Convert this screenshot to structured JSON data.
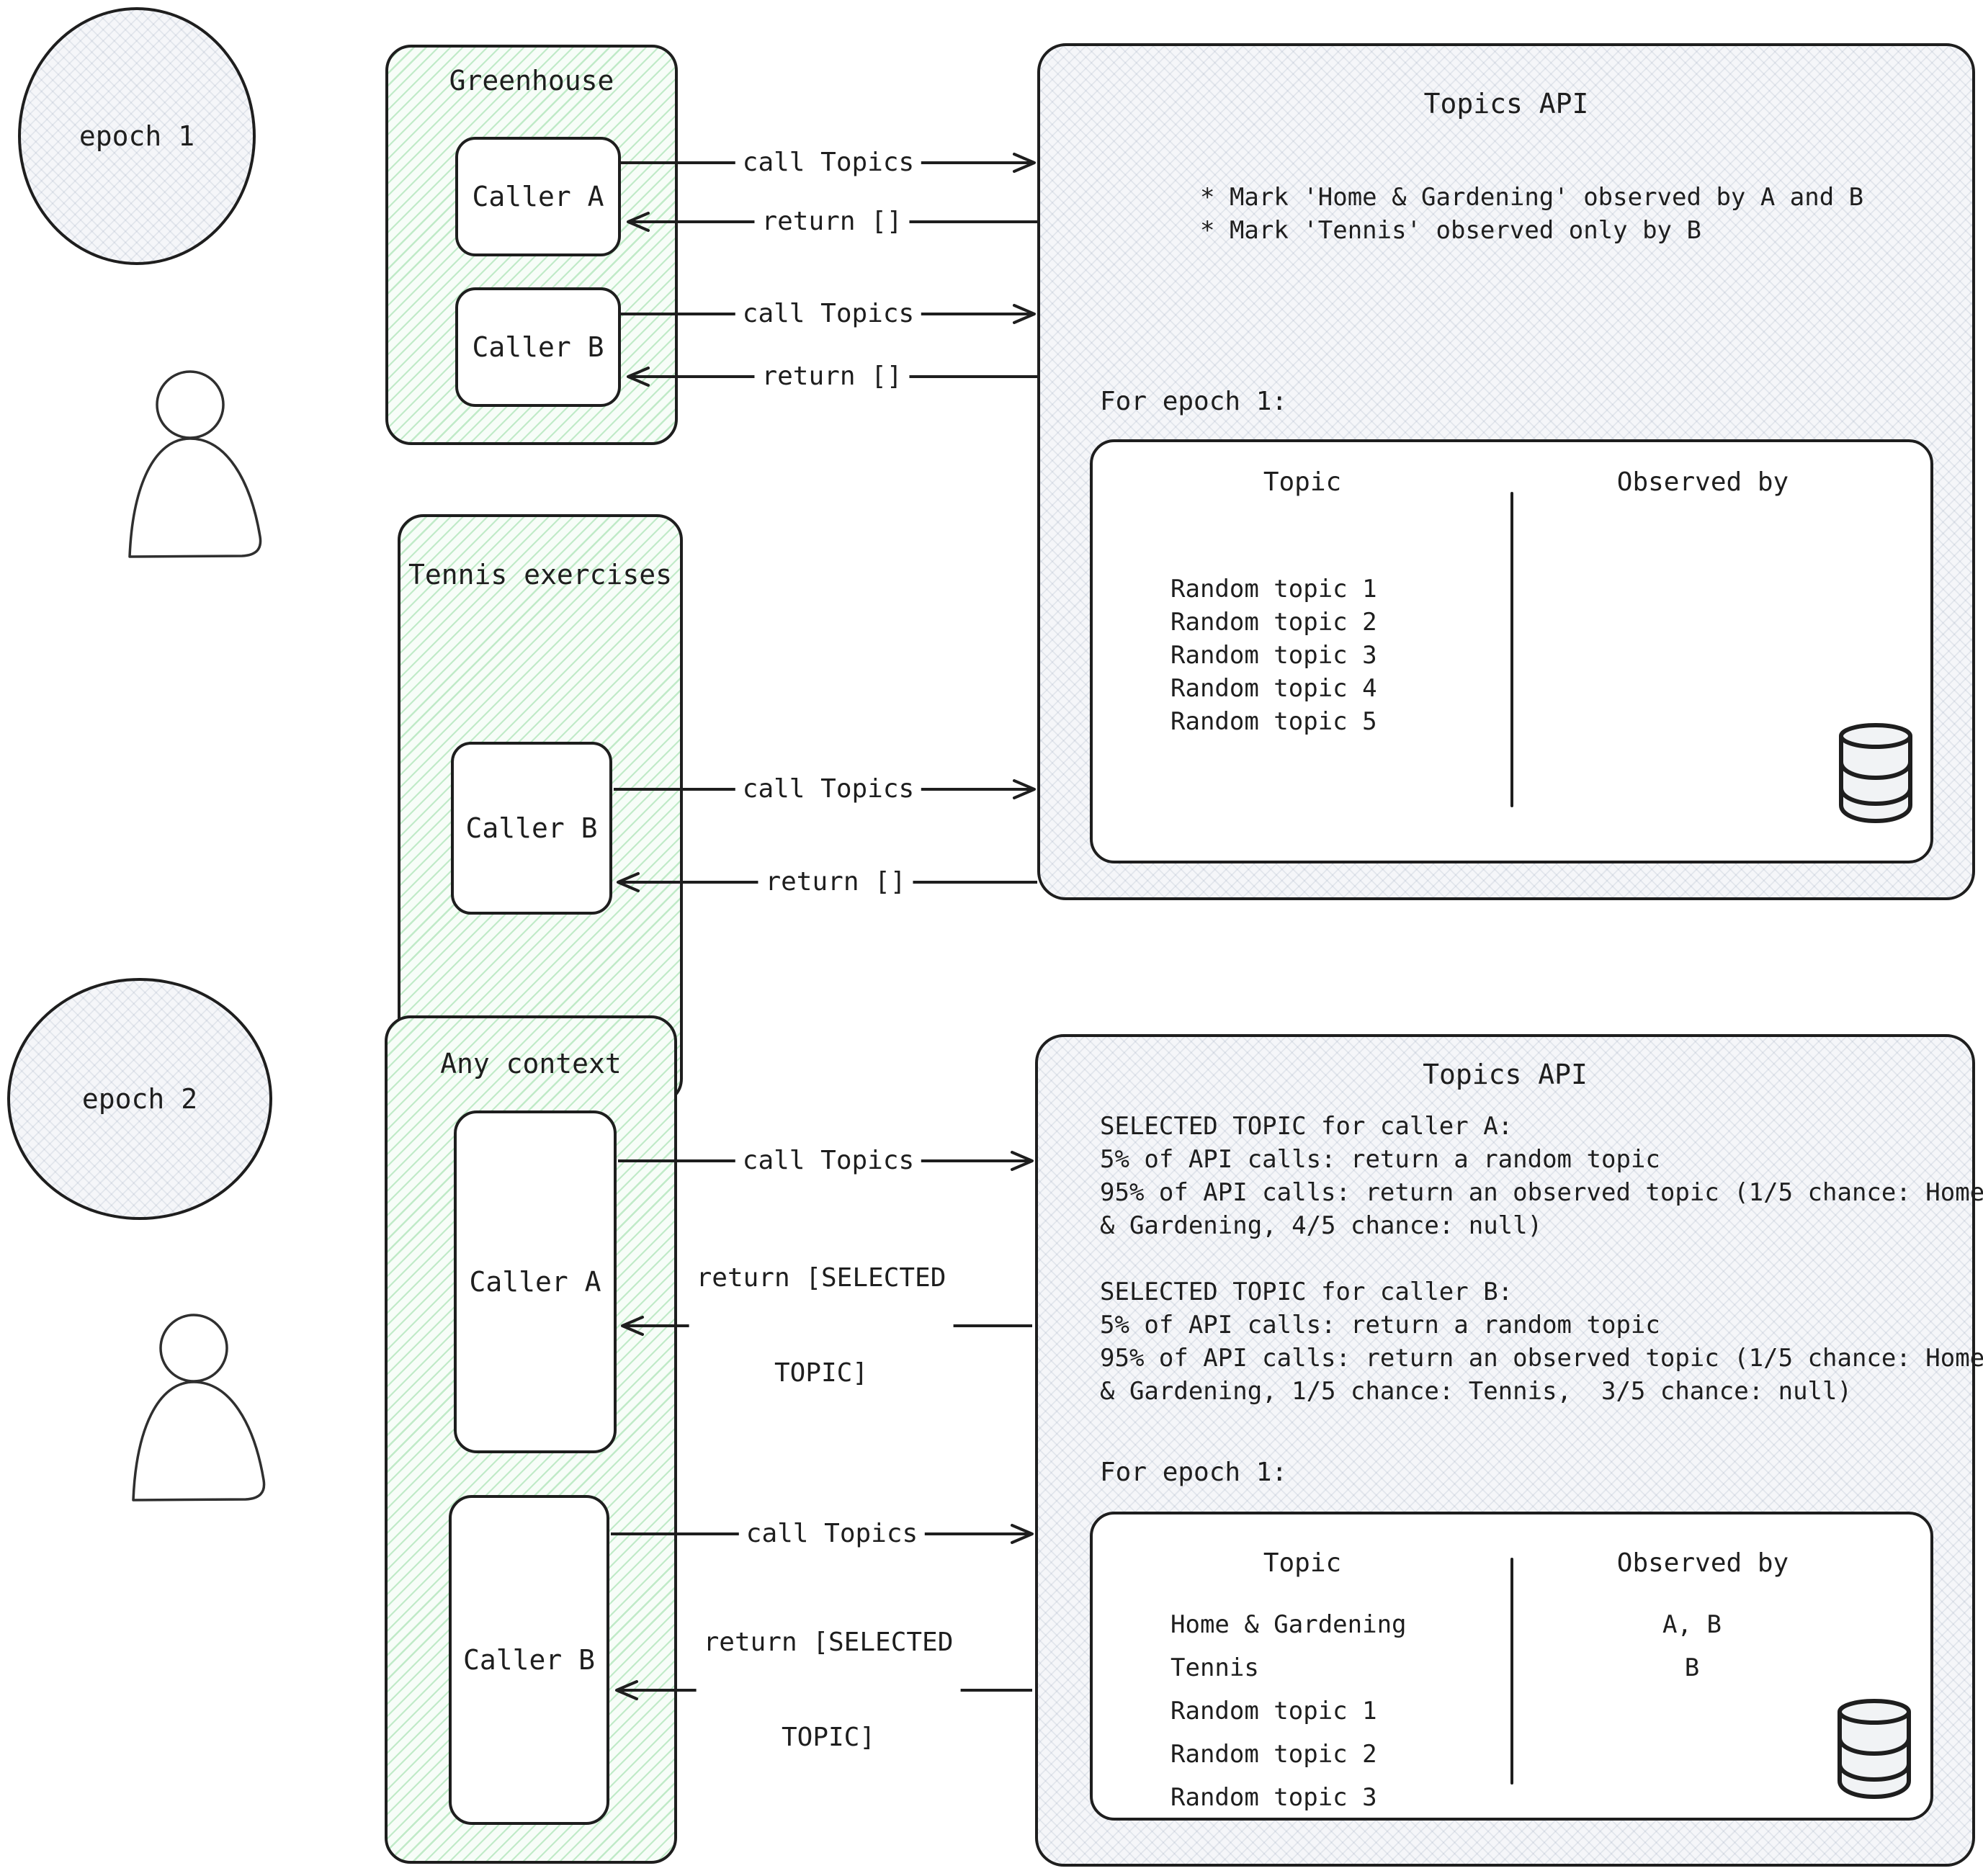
{
  "colors": {
    "ink": "#1e1e1e",
    "green_hatch": "#40c057",
    "gray_hatch": "#8291aa",
    "box_fill": "#ffffff",
    "db_fill": "#f1f3f5"
  },
  "epoch1": {
    "label": "epoch 1",
    "greenhouse": {
      "title": "Greenhouse",
      "caller_a": "Caller A",
      "caller_b": "Caller B"
    },
    "tennis": {
      "title": "Tennis exercises",
      "caller_b": "Caller B"
    },
    "arrows": {
      "a_call": "call Topics",
      "a_return": "return []",
      "b_call": "call Topics",
      "b_return": "return []",
      "tennis_call": "call Topics",
      "tennis_return": "return []"
    },
    "api": {
      "title": "Topics API",
      "bullets": [
        "* Mark 'Home & Gardening' observed by A and B",
        "* Mark 'Tennis' observed only by B"
      ],
      "epoch_label": "For epoch 1:",
      "table": {
        "col_topic": "Topic",
        "col_observed": "Observed by",
        "rows": [
          {
            "topic": "Random topic 1",
            "observed": ""
          },
          {
            "topic": "Random topic 2",
            "observed": ""
          },
          {
            "topic": "Random topic 3",
            "observed": ""
          },
          {
            "topic": "Random topic 4",
            "observed": ""
          },
          {
            "topic": "Random topic 5",
            "observed": ""
          }
        ]
      }
    }
  },
  "epoch2": {
    "label": "epoch 2",
    "any_context": {
      "title": "Any context",
      "caller_a": "Caller A",
      "caller_b": "Caller B"
    },
    "arrows": {
      "a_call": "call Topics",
      "a_return_l1": "return [SELECTED",
      "a_return_l2": "TOPIC]",
      "b_call": "call Topics",
      "b_return_l1": "return [SELECTED",
      "b_return_l2": "TOPIC]"
    },
    "api": {
      "title": "Topics API",
      "lines": [
        "SELECTED TOPIC for caller A:",
        "5% of API calls: return a random topic",
        "95% of API calls: return an observed topic (1/5 chance: Home",
        "& Gardening, 4/5 chance: null)",
        "",
        "SELECTED TOPIC for caller B:",
        "5% of API calls: return a random topic",
        "95% of API calls: return an observed topic (1/5 chance: Home",
        "& Gardening, 1/5 chance: Tennis,  3/5 chance: null)"
      ],
      "epoch_label": "For epoch 1:",
      "table": {
        "col_topic": "Topic",
        "col_observed": "Observed by",
        "rows": [
          {
            "topic": "Home & Gardening",
            "observed": "A, B"
          },
          {
            "topic": "Tennis",
            "observed": "B"
          },
          {
            "topic": "Random topic 1",
            "observed": ""
          },
          {
            "topic": "Random topic 2",
            "observed": ""
          },
          {
            "topic": "Random topic 3",
            "observed": ""
          }
        ]
      }
    }
  }
}
